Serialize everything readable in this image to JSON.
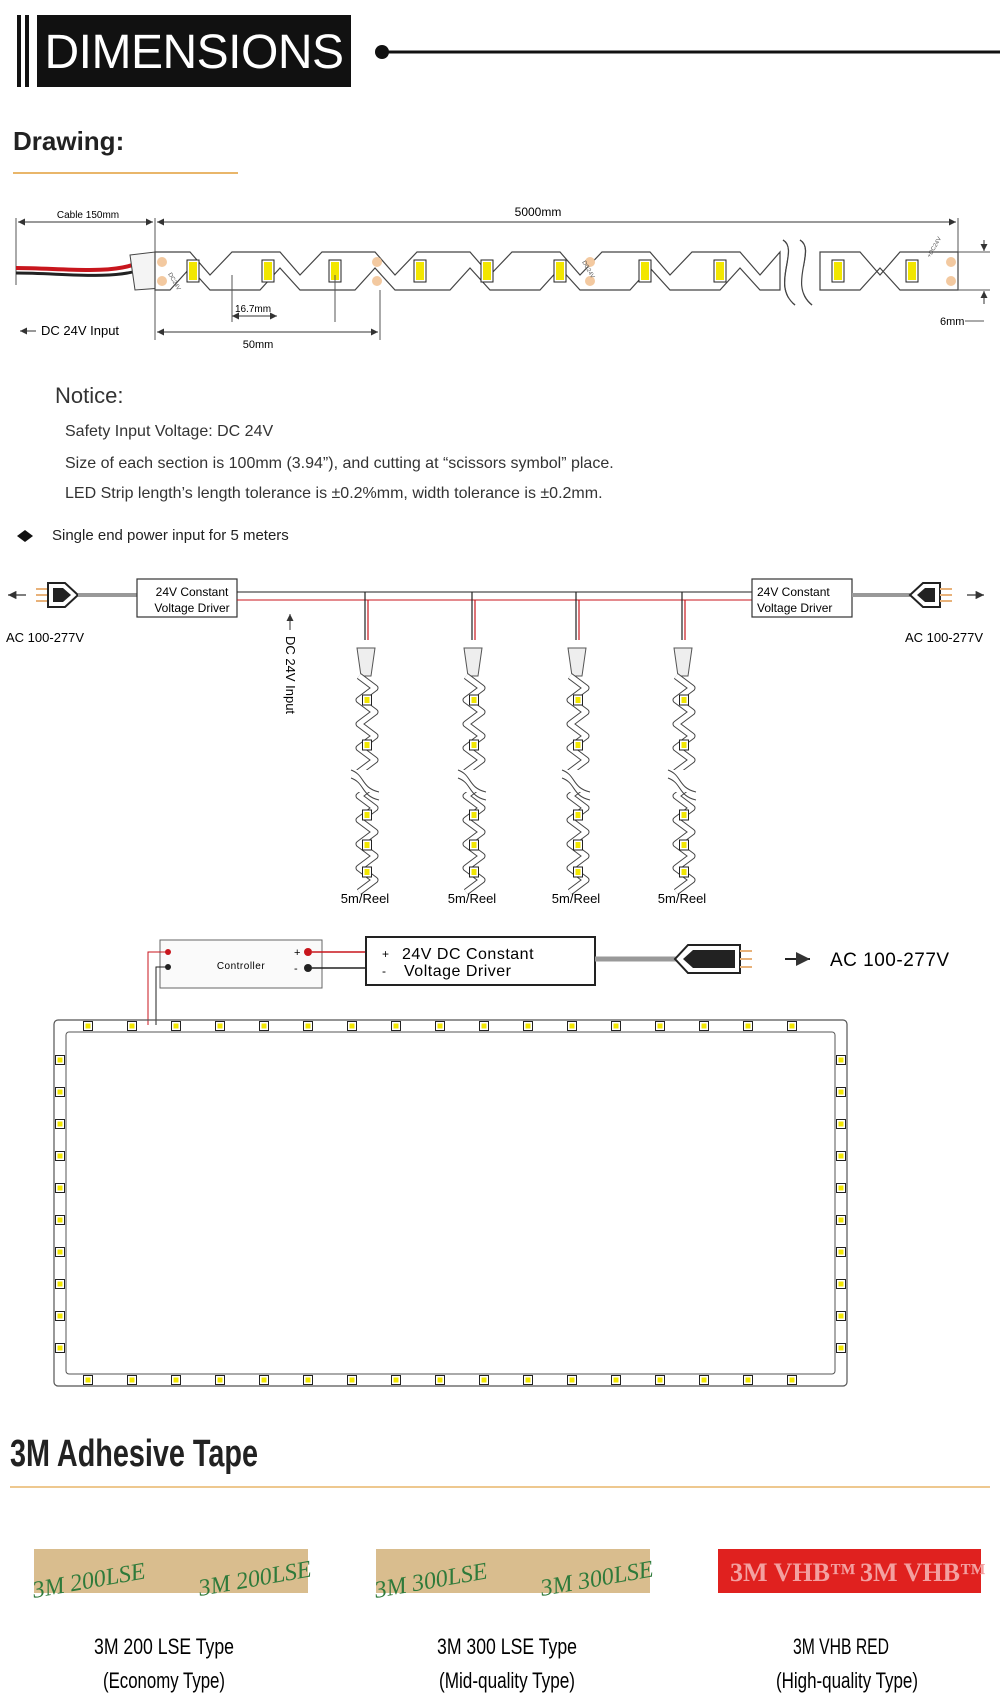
{
  "header": {
    "title": "DIMENSIONS"
  },
  "drawing": {
    "heading": "Drawing:",
    "cable_label": "Cable 150mm",
    "length_label": "5000mm",
    "pitch_label": "16.7mm",
    "section_label": "50mm",
    "width_label": "6mm",
    "input_label": "DC 24V Input",
    "pad_text": "DC24V",
    "pad_text_alt": "+DC24V"
  },
  "notice": {
    "title": "Notice:",
    "lines": [
      "Safety Input Voltage: DC 24V",
      "Size of each section is 100mm (3.94”),  and cutting at “scissors symbol” place.",
      "LED Strip length’s length tolerance is ±0.2%mm, width tolerance is ±0.2mm."
    ]
  },
  "wiring1": {
    "bullet": "Single end power input for 5 meters",
    "driver_left": [
      "24V Constant",
      "Voltage Driver"
    ],
    "driver_right": [
      "24V Constant",
      "Voltage Driver"
    ],
    "ac_left": "AC 100-277V",
    "ac_right": "AC 100-277V",
    "dc_input": "DC 24V Input",
    "reels": [
      "5m/Reel",
      "5m/Reel",
      "5m/Reel",
      "5m/Reel"
    ]
  },
  "wiring2": {
    "controller": "Controller",
    "driver": [
      "24V DC Constant",
      "Voltage Driver"
    ],
    "plus": "+",
    "minus": "-",
    "ac": "AC 100-277V"
  },
  "tape": {
    "heading": "3M Adhesive Tape",
    "items": [
      {
        "swatch_text": "3M 200LSE",
        "name": "3M 200 LSE Type",
        "quality": "(Economy Type)"
      },
      {
        "swatch_text": "3M 300LSE",
        "name": "3M 300 LSE Type",
        "quality": "(Mid-quality Type)"
      },
      {
        "swatch_text": "3M VHB™",
        "name": "3M VHB RED",
        "quality": "(High-quality Type)"
      }
    ]
  },
  "colors": {
    "accent_line": "#e9b66a",
    "swatch_tan": "#d9bd8e",
    "swatch_text": "#2e7a3a",
    "vhb_red": "#e0211f",
    "wire_red": "#c8161d",
    "led_yellow": "#f2e600",
    "pad_orange": "#f3c9a0"
  }
}
